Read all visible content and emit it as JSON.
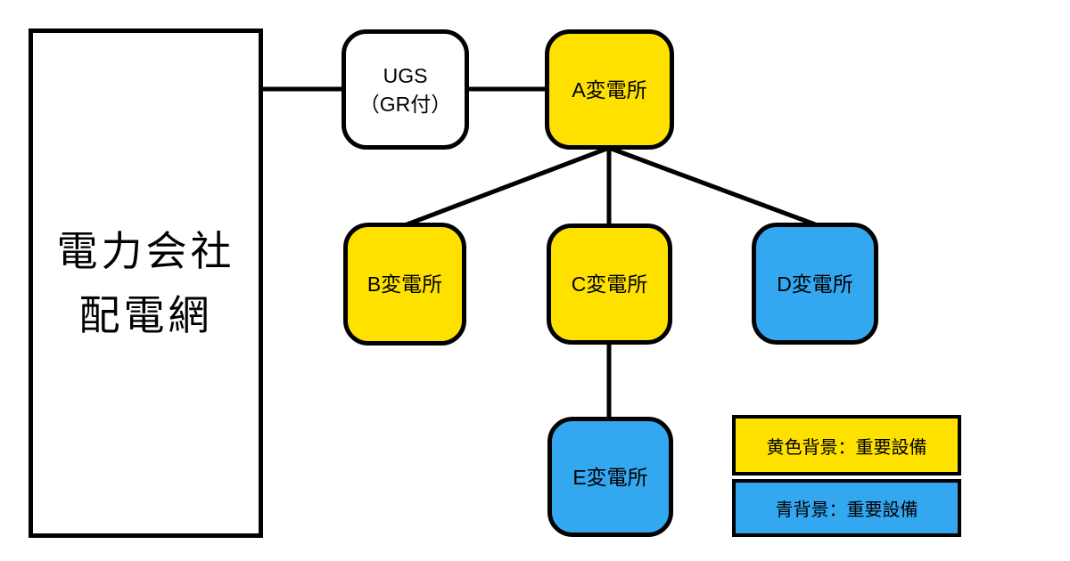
{
  "diagram": {
    "title_hint": "power-distribution-network-diagram",
    "nodes": {
      "source": {
        "line1": "電力会社",
        "line2": "配電網",
        "fill": "#FFFFFF"
      },
      "ugs": {
        "line1": "UGS",
        "line2": "（GR付）",
        "fill": "#FFFFFF"
      },
      "a": {
        "label": "A変電所",
        "fill": "#FFE100"
      },
      "b": {
        "label": "B変電所",
        "fill": "#FFE100"
      },
      "c": {
        "label": "C変電所",
        "fill": "#FFE100"
      },
      "d": {
        "label": "D変電所",
        "fill": "#33A8F0"
      },
      "e": {
        "label": "E変電所",
        "fill": "#33A8F0"
      }
    },
    "edges": [
      [
        "source",
        "ugs"
      ],
      [
        "ugs",
        "a"
      ],
      [
        "a",
        "b"
      ],
      [
        "a",
        "c"
      ],
      [
        "a",
        "d"
      ],
      [
        "c",
        "e"
      ]
    ],
    "legend": {
      "yellow": {
        "label": "黄色背景：重要設備",
        "fill": "#FFE100"
      },
      "blue": {
        "label": "青背景：重要設備",
        "fill": "#33A8F0"
      }
    },
    "colors": {
      "important_yellow": "#FFE100",
      "important_blue": "#33A8F0",
      "line_black": "#000000",
      "background_white": "#FFFFFF"
    }
  }
}
